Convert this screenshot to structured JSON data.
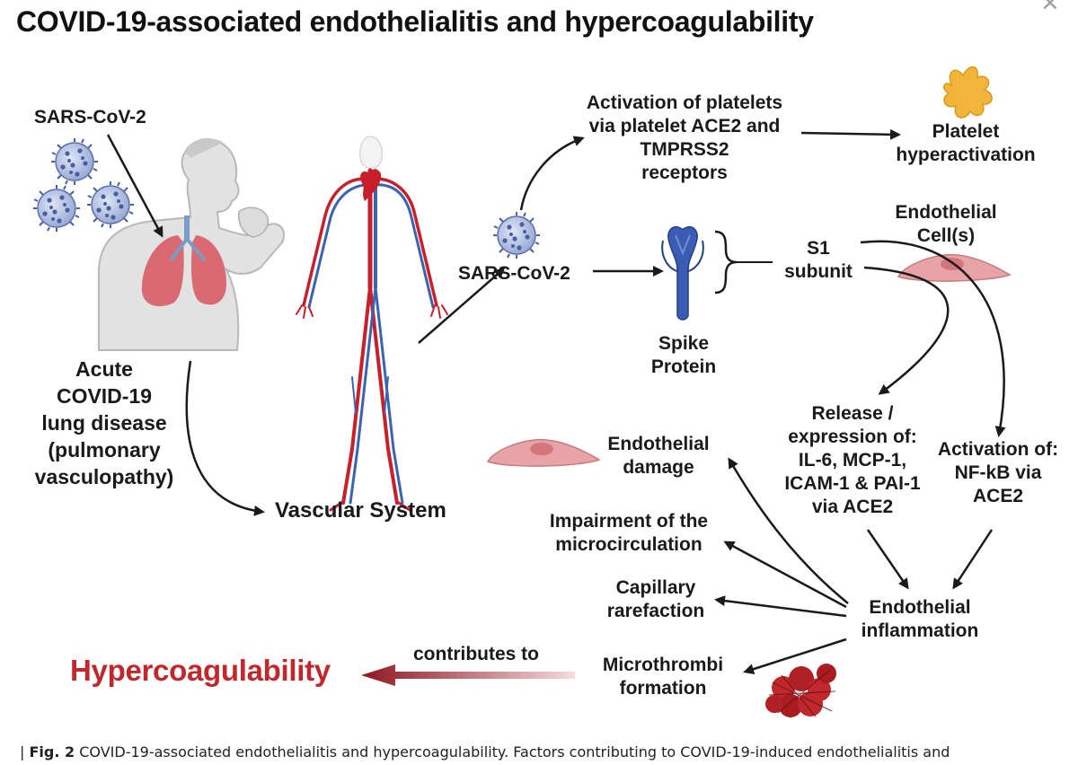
{
  "title": "COVID-19-associated endothelialitis and hypercoagulability",
  "close_symbol": "×",
  "labels": {
    "sars_left": "SARS-CoV-2",
    "acute": "Acute\nCOVID-19\nlung disease\n(pulmonary\nvasculopathy)",
    "vascular": "Vascular System",
    "sars_mid": "SARS-CoV-2",
    "activation_platelets": "Activation of platelets\nvia platelet ACE2 and\nTMPRSS2\nreceptors",
    "platelet_hyper": "Platelet\nhyperactivation",
    "endothelial_cells": "Endothelial\nCell(s)",
    "s1": "S1\nsubunit",
    "spike": "Spike\nProtein",
    "release": "Release /\nexpression of:\nIL-6, MCP-1,\nICAM-1 & PAI-1\nvia ACE2",
    "nfkb": "Activation of:\nNF-kB via\nACE2",
    "endothelial_damage": "Endothelial\ndamage",
    "impairment": "Impairment of the\nmicrocirculation",
    "capillary": "Capillary\nrarefaction",
    "microthrombi": "Microthrombi\nformation",
    "inflammation": "Endothelial\ninflammation",
    "contributes": "contributes to",
    "hypercoag": "Hypercoagulability"
  },
  "caption": {
    "prefix": "| ",
    "fig": "Fig. 2",
    "text": " COVID-19-associated endothelialitis and hypercoagulability. Factors contributing to COVID-19-induced endothelialitis and"
  },
  "colors": {
    "hypercoag": "#c0282d",
    "virus": "#5a6fa8",
    "lung": "#d9545e",
    "spike": "#3a5cb5",
    "platelet": "#f2b53a",
    "endothelial": "#e8a0a0",
    "clot": "#c0282d"
  }
}
